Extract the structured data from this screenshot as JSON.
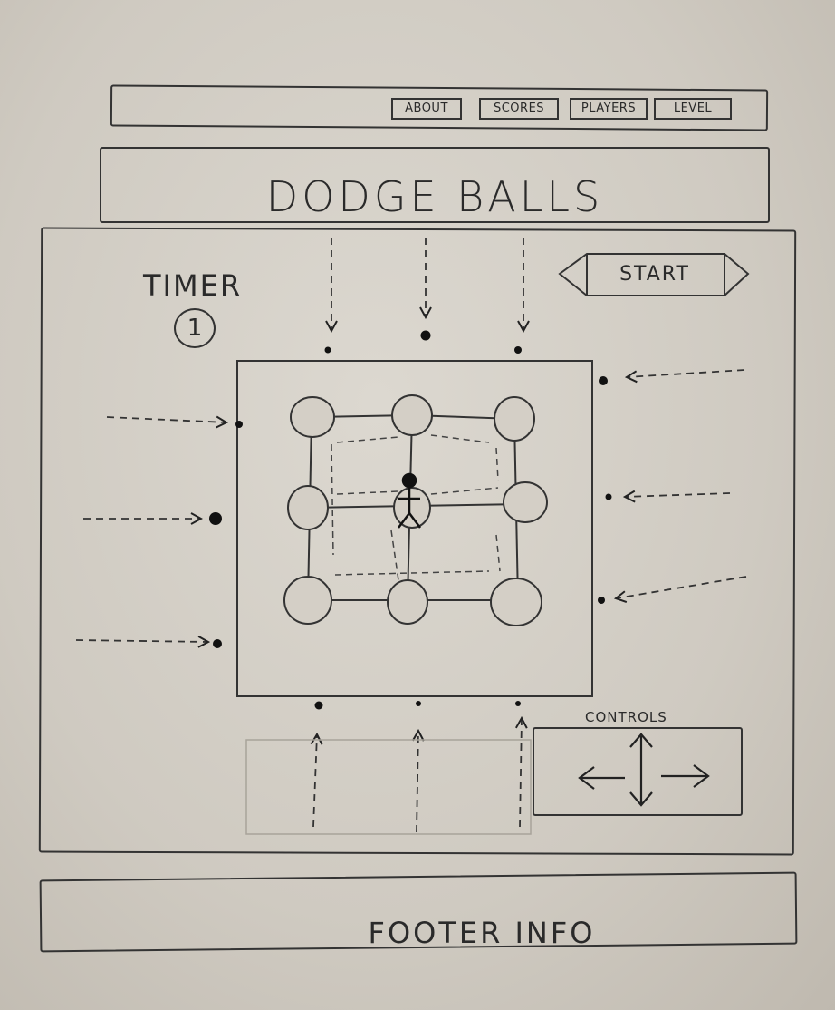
{
  "nav": {
    "items": [
      {
        "label": "ABOUT"
      },
      {
        "label": "SCORES"
      },
      {
        "label": "PLAYERS"
      },
      {
        "label": "LEVEL"
      }
    ]
  },
  "title": "DODGE BALLS",
  "timer": {
    "label": "TIMER",
    "value": "1"
  },
  "start_label": "START",
  "controls_label": "CONTROLS",
  "footer": "FOOTER INFO"
}
